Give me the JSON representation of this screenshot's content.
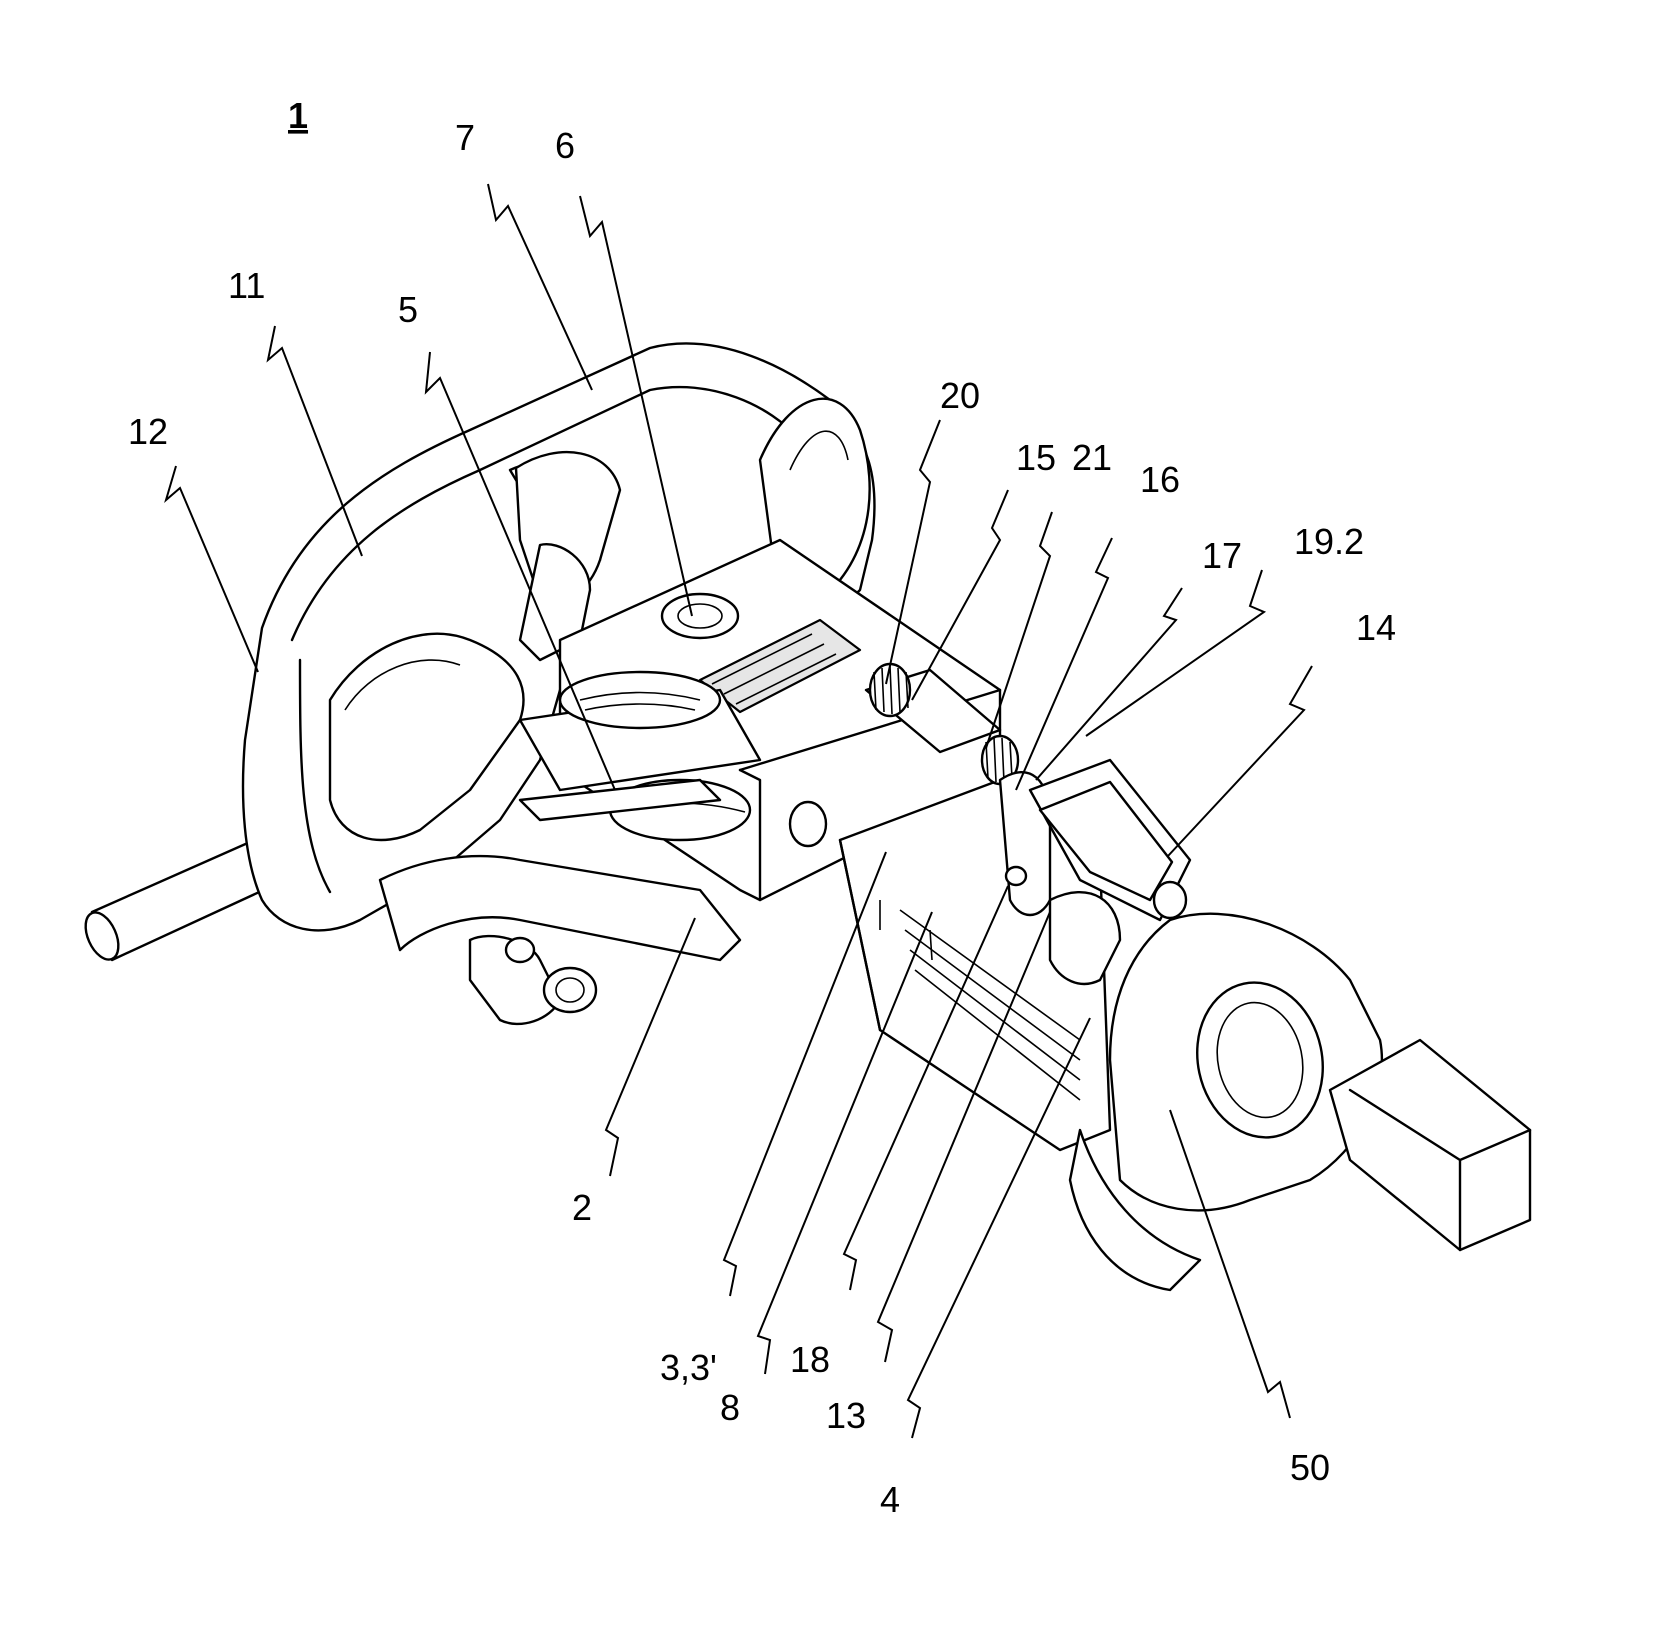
{
  "figure": {
    "number": "1",
    "labels": {
      "l1": "1",
      "l2": "2",
      "l3": "3,3'",
      "l4": "4",
      "l5": "5",
      "l6": "6",
      "l7": "7",
      "l8": "8",
      "l11": "11",
      "l12": "12",
      "l13": "13",
      "l14": "14",
      "l15": "15",
      "l16": "16",
      "l17": "17",
      "l18": "18",
      "l19_2": "19.2",
      "l20": "20",
      "l21": "21",
      "l50": "50"
    }
  },
  "colors": {
    "ink": "#000000",
    "paper": "#ffffff",
    "shade": "#e6e6e6"
  }
}
